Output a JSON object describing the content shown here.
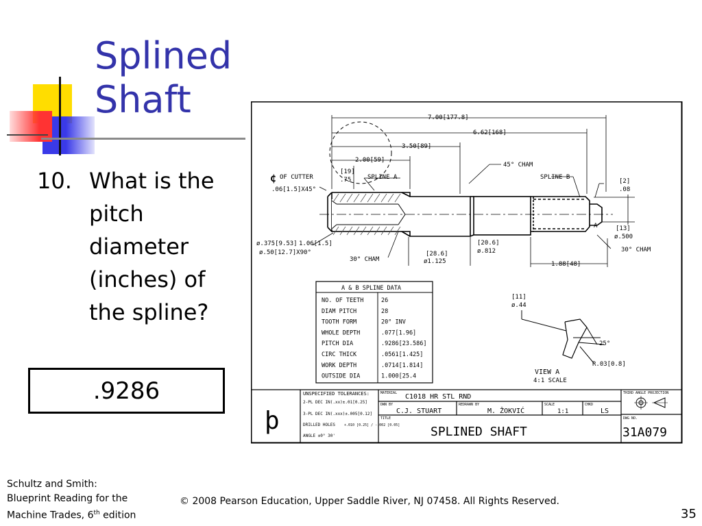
{
  "slide": {
    "title_line1": "Splined",
    "title_line2": "Shaft",
    "question_number": "10.",
    "question_text": "What is the pitch diameter (inches) of the spline?",
    "answer": ".9286",
    "page_number": "35",
    "footer": {
      "source_line1": "Schultz and Smith:",
      "source_line2": "Blueprint Reading for the",
      "source_line3_pre": "Machine Trades, 6",
      "source_line3_sup": "th",
      "source_line3_post": " edition",
      "copyright": "© 2008 Pearson Education, Upper Saddle River, NJ 07458. All Rights Reserved."
    },
    "colors": {
      "title": "#3333aa",
      "deco_yellow": "#ffdd00",
      "deco_blue": "#3a3ae8",
      "deco_red": "#ff3333"
    }
  },
  "drawing": {
    "dimensions": {
      "overall": "7.00[177.8]",
      "length_168": "6.62[168]",
      "length_89": "3.50[89]",
      "length_59": "2.00[59]",
      "dim_19": "[19]",
      "dim_75": ".75",
      "cl_of_cutter": "OF CUTTER",
      "chamfer_left": ".06[1.5]X45°",
      "cham_45": "45° CHAM",
      "spline_a": "SPLINE A",
      "spline_b": "SPLINE B",
      "dim_2": "[2]",
      "dim_08": ".08",
      "dim_13": "[13]",
      "dia_500": "ø.500",
      "cham_30_right": "30° CHAM",
      "hole_1": "ø.375[9.53]",
      "hole_2": "ø.50[12.7]X90°",
      "depth_06": "1.06[1.5]",
      "cham_30_left": "30° CHAM",
      "dim_28_6": "[28.6]",
      "dia_1125": "ø1.125",
      "dim_20_6": "[20.6]",
      "dia_812": "ø.812",
      "length_48": "1.88[48]",
      "label_a": "A"
    },
    "spline_table": {
      "header": "A & B SPLINE DATA",
      "rows": [
        {
          "label": "NO. OF TEETH",
          "value": "26"
        },
        {
          "label": "DIAM PITCH",
          "value": "28"
        },
        {
          "label": "TOOTH FORM",
          "value": "20° INV"
        },
        {
          "label": "WHOLE DEPTH",
          "value": ".077[1.96]"
        },
        {
          "label": "PITCH DIA",
          "value": ".9286[23.586]"
        },
        {
          "label": "CIRC THICK",
          "value": ".0561[1.425]"
        },
        {
          "label": "WORK DEPTH",
          "value": ".0714[1.814]"
        },
        {
          "label": "OUTSIDE DIA",
          "value": "1.000[25.4"
        }
      ]
    },
    "view_a": {
      "dim_11": "[11]",
      "dia_44": "ø.44",
      "angle": "25°",
      "radius": "R.03[0.8]",
      "label": "VIEW A",
      "scale": "4:1 SCALE"
    },
    "title_block": {
      "tolerances_header": "UNSPECIFIED TOLERANCES:",
      "tol_2pl": "2-PL DEC IN(.xx)±.01[0.25]",
      "tol_3pl": "3-PL DEC IN(.xxx)±.005[0.12]",
      "drilled_holes_label": "DRILLED HOLES",
      "drilled_holes_tol": "+.010 [0.25] / -.002 [0.05]",
      "angle_tol": "ANGLE ±0° 30'",
      "material_label": "MATERIAL",
      "material": "C1018 HR STL RND",
      "drawn_by_label": "DWN BY",
      "drawn_by": "C.J. STUART",
      "redrawn_by_label": "REDRAWN BY",
      "redrawn_by": "M. ŽOKVIĆ",
      "scale_label": "SCALE",
      "scale": "1:1",
      "chkd_label": "CHKD",
      "chkd": "LS",
      "title_label": "TITLE",
      "drawing_title": "SPLINED SHAFT",
      "projection_label": "THIRD ANGLE PROJECTION",
      "dwg_no_label": "DWG NO.",
      "dwg_no": "31A079"
    }
  }
}
